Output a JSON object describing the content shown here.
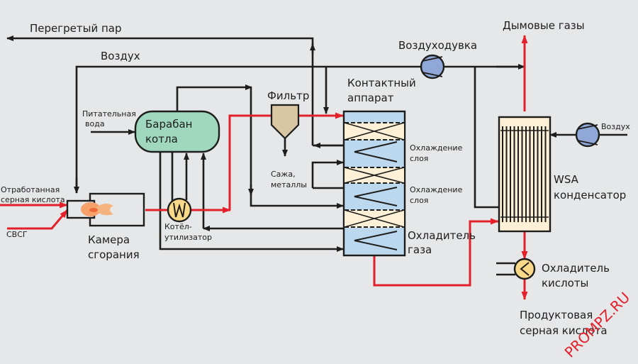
{
  "diagram": {
    "title": "WSA process flow scheme",
    "colors": {
      "background": "#e6e7e9",
      "process_gas": "#e3202a",
      "pipe": "#1d1d1b",
      "drum": "#9fd8bf",
      "catalyst_bed": "#fdf0d6",
      "cooling_section": "#bcd8ef",
      "blower": "#8fa8d8",
      "heat_exchanger": "#fbd98b",
      "filter": "#d9c6a3"
    },
    "labels": {
      "superheated_steam": "Перегретый пар",
      "air_top": "Воздух",
      "feed_water_1": "Питательная",
      "feed_water_2": "вода",
      "drum_1": "Барабан",
      "drum_2": "котла",
      "filter": "Фильтр",
      "soot_1": "Сажа,",
      "soot_2": "металлы",
      "contact_1": "Контактный",
      "contact_2": "аппарат",
      "bed_cooling_1a": "Охлаждение",
      "bed_cooling_1b": "слоя",
      "bed_cooling_2a": "Охлаждение",
      "bed_cooling_2b": "слоя",
      "gas_cooler_1": "Охладитель",
      "gas_cooler_2": "газа",
      "spent_acid_1": "Отработанная",
      "spent_acid_2": "серная кислота",
      "svsg": "СВСГ",
      "chamber_1": "Камера",
      "chamber_2": "сгорания",
      "waste_heat_1": "Котёл-",
      "waste_heat_2": "утилизатор",
      "blower": "Воздуходувка",
      "flue_gas": "Дымовые газы",
      "air_right": "Воздух",
      "wsa_1": "WSA",
      "wsa_2": "конденсатор",
      "acid_cooler_1": "Охладитель",
      "acid_cooler_2": "кислоты",
      "product_1": "Продуктовая",
      "product_2": "серная кислота"
    },
    "watermark": "PROMPZ.RU"
  }
}
